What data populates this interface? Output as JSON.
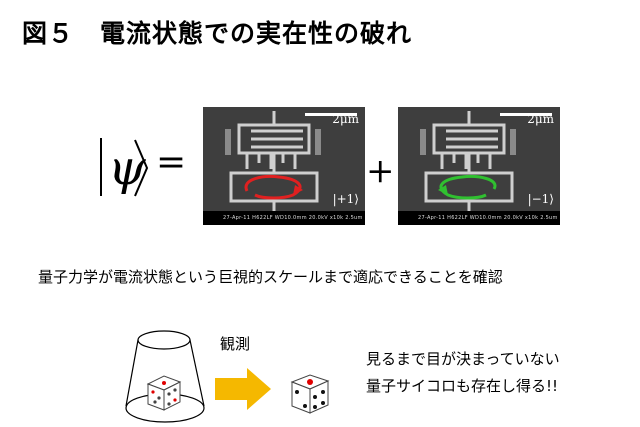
{
  "title": "図５　電流状態での実在性の破れ",
  "equation": {
    "symbol": "ψ",
    "equals": "=",
    "plus": "+"
  },
  "panels": [
    {
      "scale": "2μm",
      "state": "|+1⟩",
      "footer": "27-Apr-11   H622LF  WD10.0mm 20.0kV  x10k  2.5um",
      "arrow_color": "#e02020"
    },
    {
      "scale": "2μm",
      "state": "|−1⟩",
      "footer": "27-Apr-11   H622LF  WD10.0mm 20.0kV  x10k  2.5um",
      "arrow_color": "#30c030"
    }
  ],
  "description": "量子力学が電流状態という巨視的スケールまで適応できることを確認",
  "observation_label": "観測",
  "note_lines": [
    "見るまで目が決まっていない",
    "量子サイコロも存在し得る!!"
  ],
  "colors": {
    "transition_arrow": "#f5b800",
    "die_dot_red": "#e00000"
  }
}
